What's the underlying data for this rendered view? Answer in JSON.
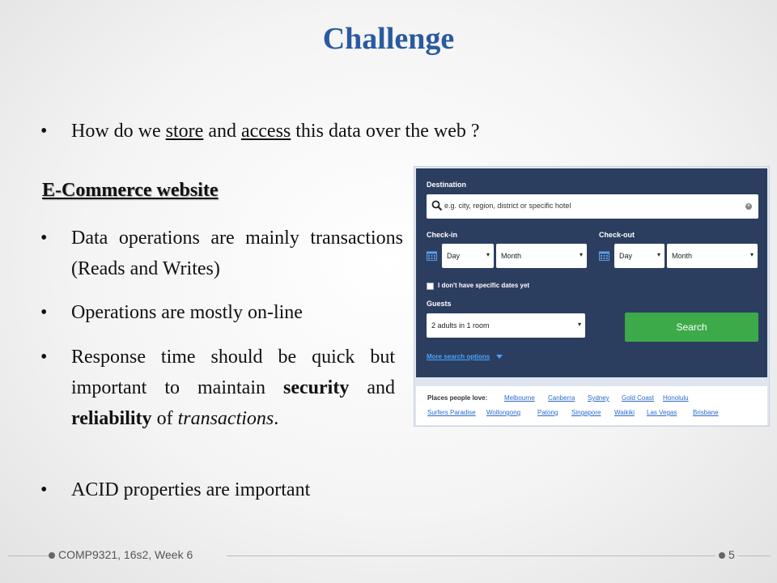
{
  "slide": {
    "title": "Challenge",
    "question": {
      "prefix": "How do we ",
      "store": "store",
      "mid": " and ",
      "access": "access",
      "suffix": " this data over the web ?"
    },
    "section_heading": "E-Commerce website",
    "bullets": {
      "b1": "Data operations are mainly transactions (Reads and Writes)",
      "b2": "Operations are mostly on-line",
      "b3_a": "Response time should be quick but important to maintain ",
      "b3_security": "security",
      "b3_and": " and ",
      "b3_reliability": "reliability",
      "b3_of": " of ",
      "b3_transactions": "transactions",
      "b3_end": ".",
      "b4": "ACID properties are important"
    },
    "bullet_char": "•"
  },
  "widget": {
    "destination_label": "Destination",
    "destination_placeholder": "e.g. city, region, district or specific hotel",
    "clear_icon": "×",
    "checkin_label": "Check-in",
    "checkout_label": "Check-out",
    "day": "Day",
    "month": "Month",
    "caret": "▾",
    "no_dates": "I don't have specific dates yet",
    "guests_label": "Guests",
    "guests_value": "2 adults in 1 room",
    "search_button": "Search",
    "more_options": "More search options",
    "places_label": "Places people love:",
    "places_row1": [
      "Melbourne",
      "Canberra",
      "Sydney",
      "Gold Coast",
      "Honolulu"
    ],
    "places_row2": [
      "Surfers Paradise",
      "Wollongong",
      "Patong",
      "Singapore",
      "Waikiki",
      "Las Vegas",
      "Brisbane"
    ],
    "colors": {
      "panel": "#2c3e5f",
      "search": "#3daa4a",
      "link": "#2a6ad0"
    }
  },
  "footer": {
    "course": "COMP9321, 16s2, Week 6",
    "page_number": "5"
  }
}
